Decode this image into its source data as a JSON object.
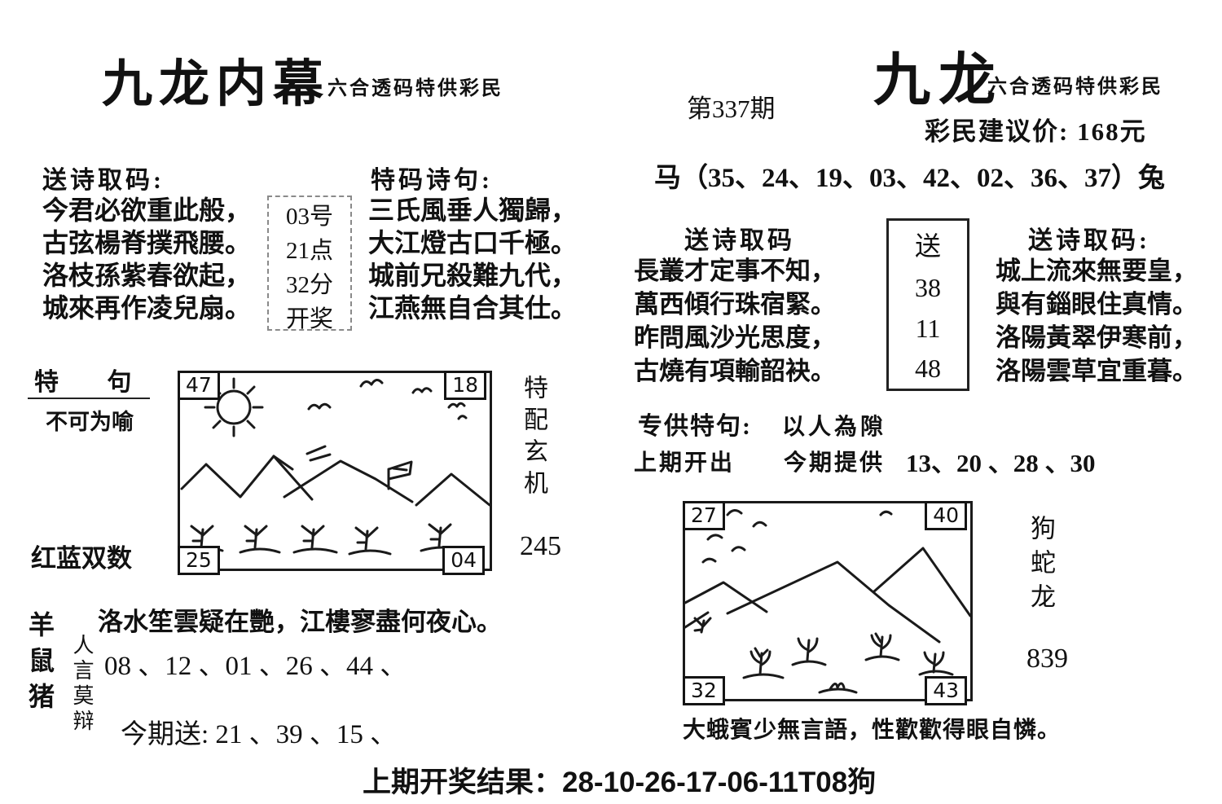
{
  "ink_color": "#111111",
  "left": {
    "title": "九龙内幕",
    "subtitle": "六合透码特供彩民",
    "songshi_label": "送诗取码:",
    "tema_label": "特码诗句:",
    "poem1": [
      "今君必欲重此般，",
      "古弦楊脊撲飛腰。",
      "洛枝孫紫春欲起，",
      "城來再作凌兒扇。"
    ],
    "code_box": [
      "03号",
      "21点",
      "32分",
      "开奖"
    ],
    "poem2": [
      "三氏風垂人獨歸，",
      "大江燈古口千極。",
      "城前兄殺難九代，",
      "江燕無自合其仕。"
    ],
    "teju_label": "特  句",
    "teju_value": "不可为喻",
    "picture1": {
      "tl": "47",
      "tr": "18",
      "bl": "25",
      "br": "04"
    },
    "mystery_vertical": "特配玄机",
    "mystery_number": "245",
    "honglan_label": "红蓝双数",
    "mid_poem": "洛水笙雲疑在艷，江樓寥盡何夜心。",
    "zodiac_vertical": "羊鼠猪",
    "renyan_vertical": "人言莫辩",
    "numbers_line": "08 、12 、01 、26 、44 、",
    "jinqi_song": "今期送: 21 、39 、15 、"
  },
  "right": {
    "issue": "第337期",
    "title": "九龙",
    "subtitle": "六合透码特供彩民",
    "price": "彩民建议价: 168元",
    "animals_line": "马（35、24、19、03、42、02、36、37）兔",
    "songshi_label1": "送诗取码",
    "poem1": [
      "長叢才定事不知，",
      "萬西傾行珠宿緊。",
      "昨問風沙光思度，",
      "古燒有項輸韶袂。"
    ],
    "song_box": [
      "送",
      "38",
      "11",
      "48"
    ],
    "songshi_label2": "送诗取码:",
    "poem2": [
      "城上流來無要皇，",
      "與有錙眼住真情。",
      "洛陽黃翠伊寒前，",
      "洛陽雲草宜重暮。"
    ],
    "zhuangong_label": "专供特句:",
    "zhuangong_value": "以人為隙",
    "shangqi_label": "上期开出",
    "jinqi_label": "今期提供",
    "jinqi_numbers": "13、20 、28 、30",
    "picture2": {
      "tl": "27",
      "tr": "40",
      "bl": "32",
      "br": "43"
    },
    "zodiac_vertical": "狗蛇龙",
    "mystery_number": "839",
    "caption": "大蛾賓少無言語，性歡歡得眼自憐。"
  },
  "footer": {
    "result_line": "上期开奖结果：28-10-26-17-06-11T08狗"
  }
}
